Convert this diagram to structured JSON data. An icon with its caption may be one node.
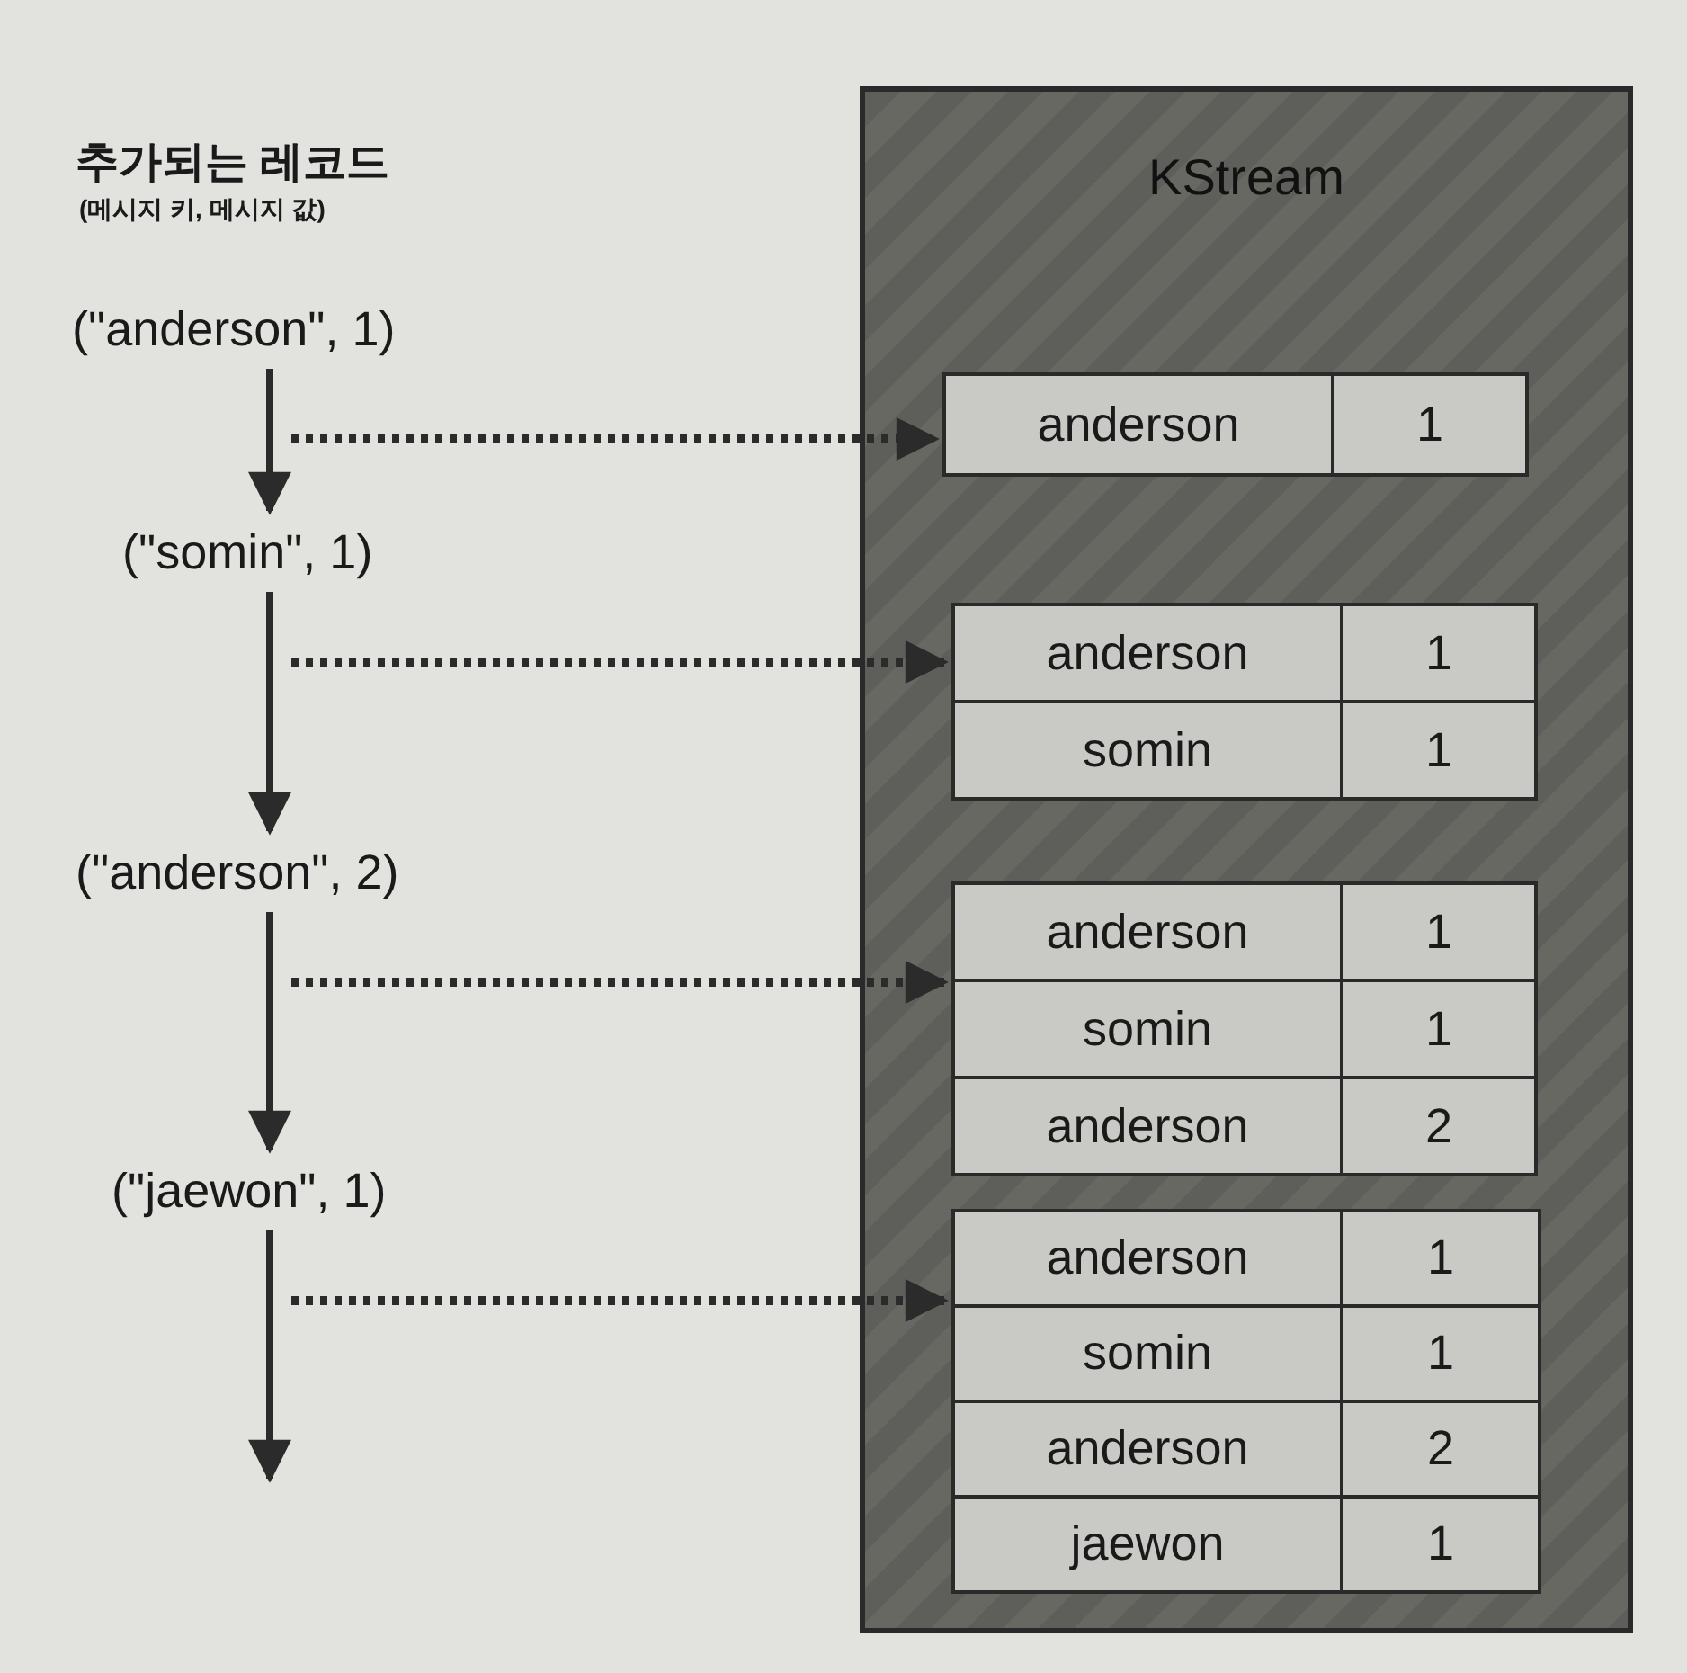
{
  "diagram": {
    "nodes": [
      {
        "text": [
          "KStream"
        ]
      },
      {
        "text": [
          "anderson",
          "1"
        ],
        "in": 0
      },
      {
        "text": [
          "anderson",
          "1",
          "somin",
          "1"
        ],
        "in": 0
      },
      {
        "text": [
          "anderson",
          "1",
          "somin",
          "1",
          "anderson",
          "2"
        ],
        "in": 0
      },
      {
        "text": [
          "anderson",
          "1",
          "somin",
          "1",
          "anderson",
          "2",
          "jaewon",
          "1"
        ],
        "in": 0
      },
      {
        "text": [
          "(\"anderson\", 1)"
        ]
      },
      {
        "text": [
          "(\"somin\", 1)"
        ]
      },
      {
        "text": [
          "(\"anderson\", 2)"
        ]
      },
      {
        "text": [
          "(\"jaewon\", 1)"
        ]
      }
    ],
    "edges": [
      {
        "from": 5,
        "to": 6,
        "arrow": "to"
      },
      {
        "from": 6,
        "to": 7,
        "arrow": "to"
      },
      {
        "from": 7,
        "to": 8,
        "arrow": "to"
      },
      {
        "from": 8,
        "to": null,
        "arrow": "to"
      },
      {
        "from": 5,
        "to": 1,
        "arrow": "to",
        "style": "dashed"
      },
      {
        "from": 6,
        "to": 2,
        "arrow": "to",
        "style": "dashed"
      },
      {
        "from": 7,
        "to": 3,
        "arrow": "to",
        "style": "dashed"
      },
      {
        "from": 8,
        "to": 4,
        "arrow": "to",
        "style": "dashed"
      }
    ],
    "labels": [
      "추가되는 레코드",
      "(메시지 키, 메시지 값)"
    ]
  }
}
